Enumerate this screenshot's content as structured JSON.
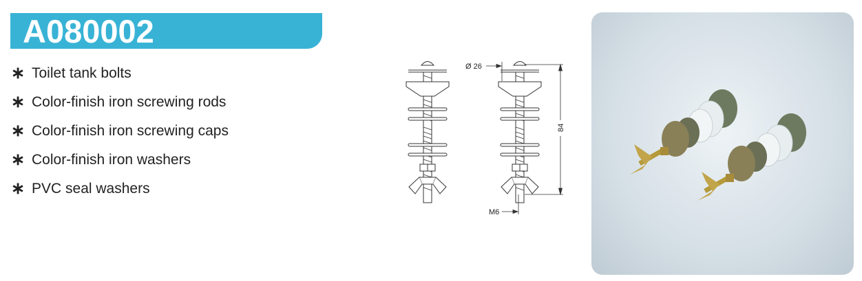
{
  "product": {
    "code": "A080002",
    "accent_color": "#38b3d6"
  },
  "features": [
    "Toilet tank bolts",
    "Color-finish iron screwing rods",
    "Color-finish iron screwing caps",
    "Color-finish iron washers",
    "PVC seal washers"
  ],
  "bullet_symbol": "∗",
  "drawing": {
    "diameter_label": "Ø 26",
    "length_label": "84",
    "thread_label": "M6"
  }
}
